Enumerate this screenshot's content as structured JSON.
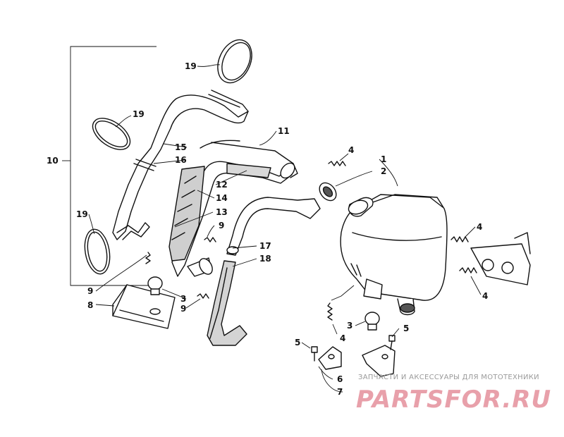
{
  "diagram": {
    "callouts": [
      {
        "id": "c1",
        "text": "1"
      },
      {
        "id": "c2",
        "text": "2"
      },
      {
        "id": "c3a",
        "text": "3"
      },
      {
        "id": "c3b",
        "text": "3"
      },
      {
        "id": "c4a",
        "text": "4"
      },
      {
        "id": "c4b",
        "text": "4"
      },
      {
        "id": "c4c",
        "text": "4"
      },
      {
        "id": "c4d",
        "text": "4"
      },
      {
        "id": "c5a",
        "text": "5"
      },
      {
        "id": "c5b",
        "text": "5"
      },
      {
        "id": "c6",
        "text": "6"
      },
      {
        "id": "c7",
        "text": "7"
      },
      {
        "id": "c8",
        "text": "8"
      },
      {
        "id": "c9a",
        "text": "9"
      },
      {
        "id": "c9b",
        "text": "9"
      },
      {
        "id": "c9c",
        "text": "9"
      },
      {
        "id": "c10",
        "text": "10"
      },
      {
        "id": "c11",
        "text": "11"
      },
      {
        "id": "c12",
        "text": "12"
      },
      {
        "id": "c13",
        "text": "13"
      },
      {
        "id": "c14",
        "text": "14"
      },
      {
        "id": "c15",
        "text": "15"
      },
      {
        "id": "c16",
        "text": "16"
      },
      {
        "id": "c17",
        "text": "17"
      },
      {
        "id": "c18",
        "text": "18"
      },
      {
        "id": "c19a",
        "text": "19"
      },
      {
        "id": "c19b",
        "text": "19"
      },
      {
        "id": "c19c",
        "text": "19"
      }
    ]
  },
  "watermark": {
    "subtitle": "ЗАПЧАСТИ И АКСЕССУАРЫ ДЛЯ МОТОТЕХНИКИ",
    "brand": "PARTSFOR.RU",
    "color": "#e8a0aa"
  }
}
